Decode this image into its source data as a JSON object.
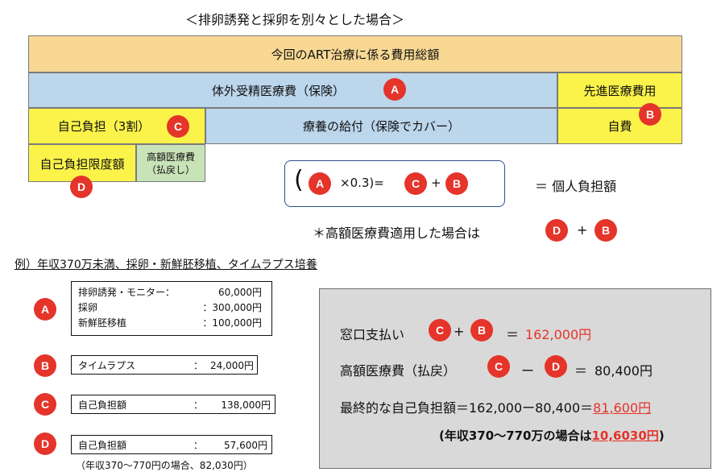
{
  "title": "＜排卵誘発と採卵を別々とした場合＞",
  "colors": {
    "orange": "#f8d893",
    "blue": "#bcd6ec",
    "yellow": "#fbf34a",
    "green": "#c9e3b8",
    "badge": "#e5342a",
    "gray": "#d9d9d9"
  },
  "top_row": "今回のART治療に係る費用総額",
  "row2": {
    "hoken": "体外受精医療費（保険）",
    "senshin": "先進医療費用"
  },
  "row3": {
    "jiko": "自己負担（3割）",
    "kyufu": "療養の給付（保険でカバー）",
    "jihi": "自費"
  },
  "row4": {
    "gendo": "自己負担限度額",
    "kogaku_1": "高額医療費",
    "kogaku_2": "（払戻し）"
  },
  "badges": {
    "a": "A",
    "b": "B",
    "c": "C",
    "d": "D"
  },
  "formula": {
    "open": "(",
    "times": "×0.3)=",
    "plus": "+",
    "equals": "＝ 個人負担額",
    "note": "＊高額医療費適用した場合は",
    "plus2": "+"
  },
  "example_title": "例）年収370万未満、採卵・新鮮胚移植、タイムラプス培養",
  "items": {
    "a": [
      {
        "label": "排卵誘発・モニター：",
        "value": "60,000円"
      },
      {
        "label": "採卵",
        "value": "：300,000円"
      },
      {
        "label": "新鮮胚移植",
        "value": "：100,000円"
      }
    ],
    "b": {
      "label": "タイムラプス",
      "sep": "：",
      "value": "24,000円"
    },
    "c": {
      "label": "自己負担額",
      "sep": "：",
      "value": "138,000円"
    },
    "d": {
      "label": "自己負担額",
      "sep": "：",
      "value": "57,600円",
      "note": "（年収370〜770円の場合、82,030円）"
    }
  },
  "summary": {
    "line1_label": "窓口支払い",
    "line1_plus": "+",
    "line1_eq": "＝",
    "line1_value": "162,000円",
    "line2_label": "高額医療費（払戻）",
    "line2_minus": "ー",
    "line2_eq": "＝",
    "line2_value": "80,400円",
    "line3_label": "最終的な自己負担額＝162,000ー80,400＝",
    "line3_value": "81,600円",
    "line4_prefix": "(年収370〜770万の場合は",
    "line4_value": "10,6030円",
    "line4_suffix": ")"
  }
}
